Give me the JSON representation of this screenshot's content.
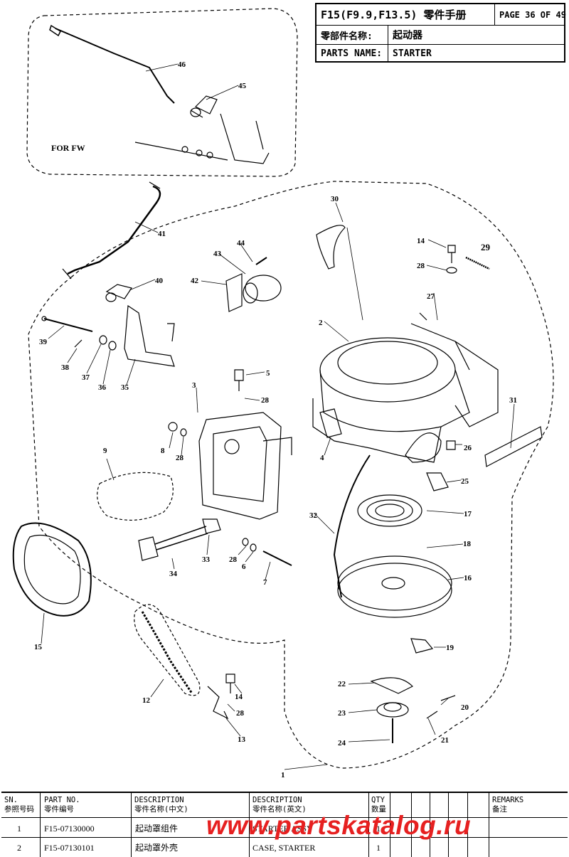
{
  "header": {
    "title": "F15(F9.9,F13.5) 零件手册",
    "page_label": "PAGE 36 OF 49",
    "part_name_cn_label": "零部件名称:",
    "part_name_cn": "起动器",
    "part_name_en_label": "PARTS NAME:",
    "part_name_en": "STARTER"
  },
  "diagram": {
    "for_fw_label": "FOR FW",
    "callouts": [
      "46",
      "45",
      "41",
      "40",
      "39",
      "38",
      "37",
      "36",
      "35",
      "44",
      "43",
      "42",
      "30",
      "14",
      "28",
      "29",
      "27",
      "2",
      "5",
      "28",
      "3",
      "8",
      "28",
      "9",
      "4",
      "26",
      "31",
      "25",
      "32",
      "17",
      "18",
      "16",
      "33",
      "34",
      "28",
      "6",
      "7",
      "15",
      "19",
      "22",
      "20",
      "23",
      "21",
      "24",
      "12",
      "14",
      "28",
      "13",
      "1"
    ]
  },
  "table": {
    "headers": {
      "sn_en": "SN.",
      "sn_cn": "参照号码",
      "part_en": "PART NO.",
      "part_cn": "零件编号",
      "desc_cn_en": "DESCRIPTION",
      "desc_cn_cn": "零件名称(中文)",
      "desc_en_en": "DESCRIPTION",
      "desc_en_cn": "零件名称(英文)",
      "qty_en": "QTY",
      "qty_cn": "数量",
      "remarks_en": "REMARKS",
      "remarks_cn": "备注"
    },
    "rows": [
      {
        "sn": "1",
        "part_no": "F15-07130000",
        "desc_cn": "起动罩组件",
        "desc_en": "STARTER ASSY",
        "qty": "1"
      },
      {
        "sn": "2",
        "part_no": "F15-07130101",
        "desc_cn": "起动罩外壳",
        "desc_en": "CASE, STARTER",
        "qty": "1"
      }
    ]
  },
  "watermark": "www.partskatalog.ru"
}
